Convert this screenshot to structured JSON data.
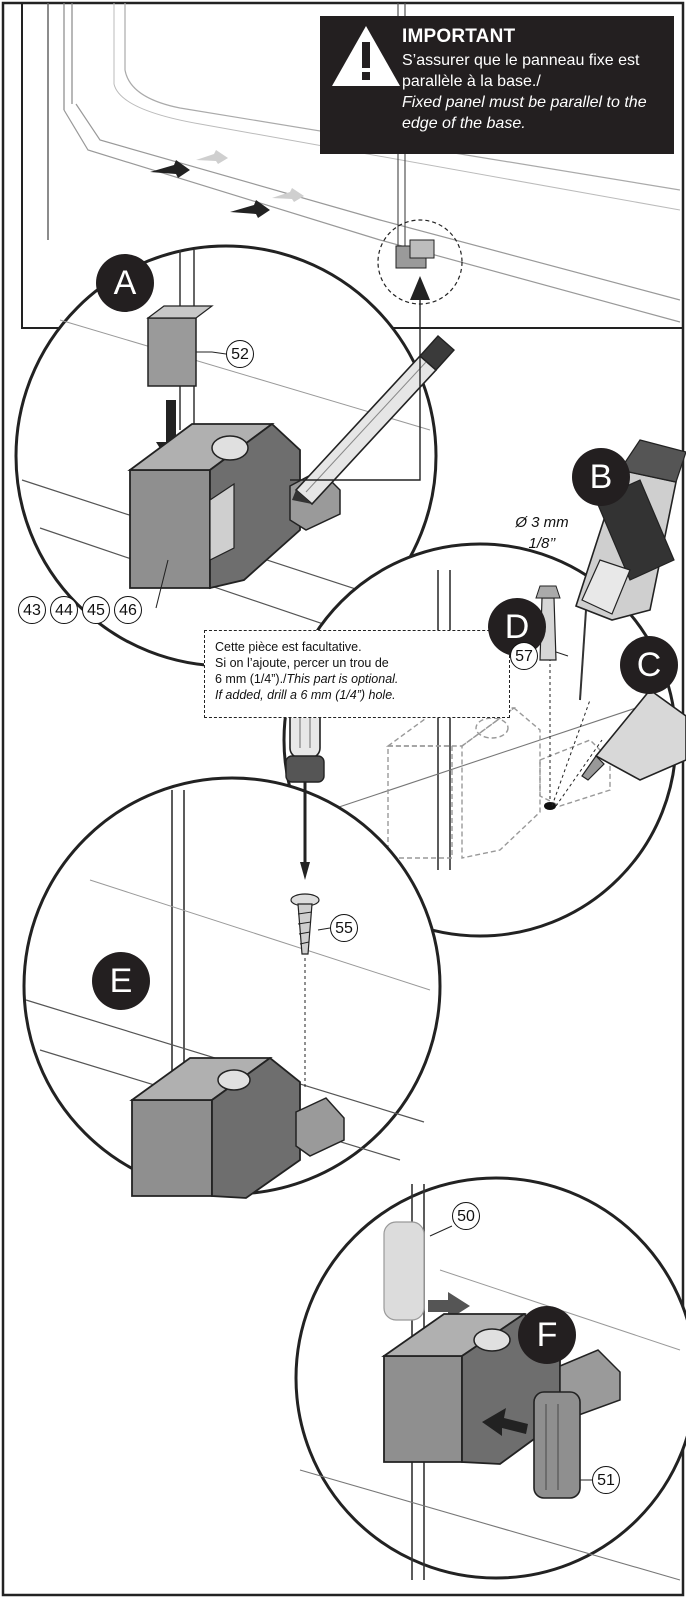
{
  "important": {
    "title": "IMPORTANT",
    "text_fr": "S’assurer que le panneau fixe est parallèle à la base./",
    "text_en": "Fixed panel must be parallel to the edge of the base."
  },
  "note": {
    "line1": "Cette pièce est facultative.",
    "line2": "Si on l’ajoute, percer un trou de",
    "line3_fr": "6 mm (1/4”)./",
    "line3_en": "This part is optional.",
    "line4": "If added, drill a 6 mm (1/4”) hole."
  },
  "drill_size": {
    "metric": "Ø 3 mm",
    "imperial": "1/8’’"
  },
  "steps": {
    "a": "A",
    "b": "B",
    "c": "C",
    "d": "D",
    "e": "E",
    "f": "F"
  },
  "parts": {
    "p43": "43",
    "p44": "44",
    "p45": "45",
    "p46": "46",
    "p50": "50",
    "p51": "51",
    "p52": "52",
    "p55": "55",
    "p57": "57"
  }
}
